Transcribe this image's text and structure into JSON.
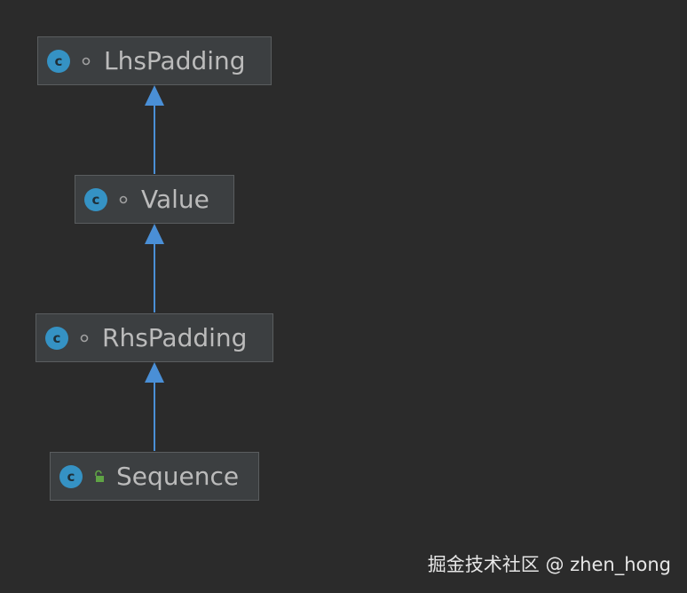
{
  "diagram": {
    "nodes": [
      {
        "id": "lhs",
        "label": "LhsPadding",
        "kind_icon": "class-icon",
        "kind_glyph": "c",
        "visibility_icon": "package-private-icon"
      },
      {
        "id": "value",
        "label": "Value",
        "kind_icon": "class-icon",
        "kind_glyph": "c",
        "visibility_icon": "package-private-icon"
      },
      {
        "id": "rhs",
        "label": "RhsPadding",
        "kind_icon": "class-icon",
        "kind_glyph": "c",
        "visibility_icon": "package-private-icon"
      },
      {
        "id": "seq",
        "label": "Sequence",
        "kind_icon": "class-icon",
        "kind_glyph": "c",
        "visibility_icon": "public-unlock-icon"
      }
    ],
    "edges": [
      {
        "from": "value",
        "to": "lhs",
        "type": "extends"
      },
      {
        "from": "rhs",
        "to": "value",
        "type": "extends"
      },
      {
        "from": "seq",
        "to": "rhs",
        "type": "extends"
      }
    ],
    "colors": {
      "background": "#2b2b2b",
      "node_fill": "#3c3f41",
      "node_border": "#5a5d5f",
      "class_icon": "#3592c4",
      "edge": "#4a8fd6",
      "public_icon": "#5fa345"
    }
  },
  "watermark": {
    "text": "掘金技术社区 @ zhen_hong"
  }
}
